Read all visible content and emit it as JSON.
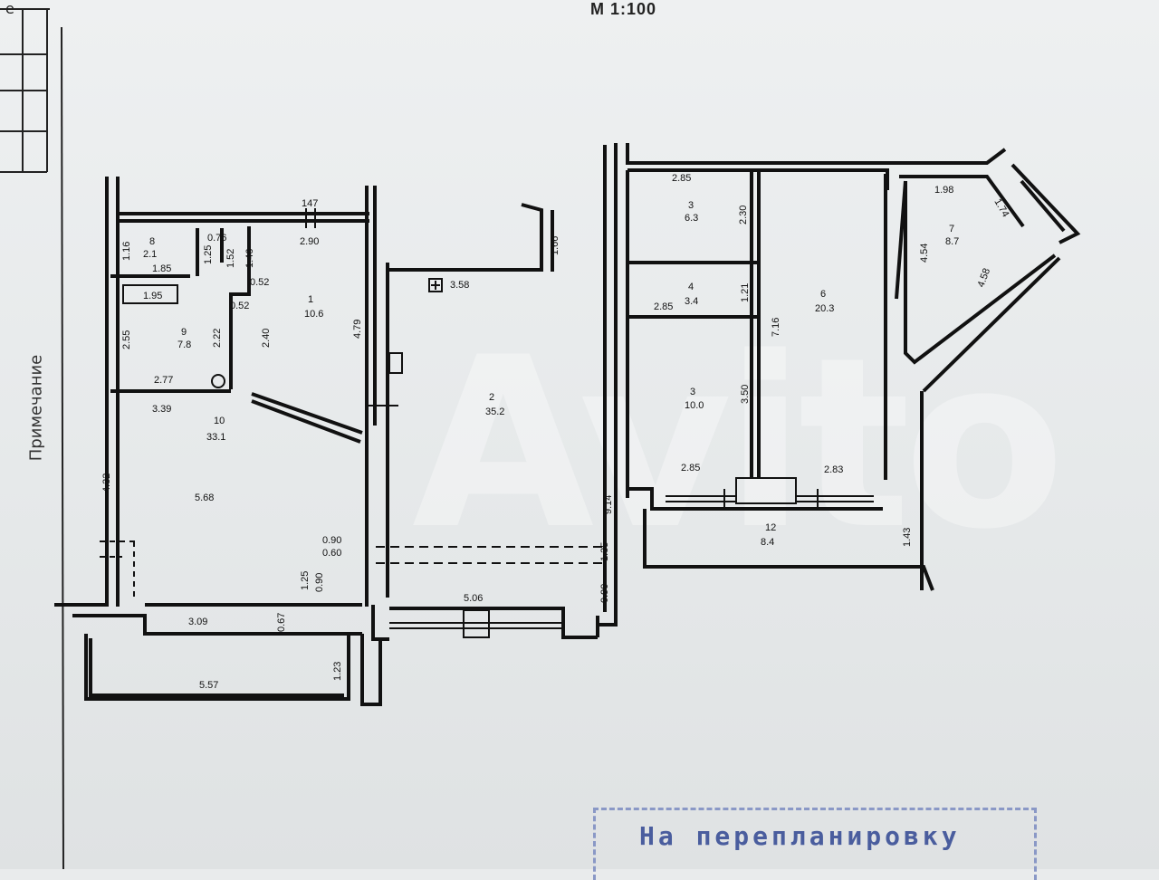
{
  "header": {
    "scale": "М 1:100",
    "corner_letter": "е"
  },
  "side_note": "Примечание",
  "stamp": "На перепланировку",
  "watermark": "Avito",
  "rooms": [
    {
      "number": "1",
      "area": "10.6"
    },
    {
      "number": "2",
      "area": "35.2"
    },
    {
      "number": "3",
      "area": "6.3"
    },
    {
      "number": "3",
      "area": "10.0"
    },
    {
      "number": "4",
      "area": "3.4"
    },
    {
      "number": "6",
      "area": "20.3"
    },
    {
      "number": "7",
      "area": "8.7"
    },
    {
      "number": "8",
      "area": "2.1"
    },
    {
      "number": "9",
      "area": "7.8"
    },
    {
      "number": "10",
      "area": "33.1"
    },
    {
      "number": "12",
      "area": "8.4"
    }
  ],
  "dimensions": {
    "d147": "147",
    "d290": "2.90",
    "d076": "0.76",
    "d116": "1.16",
    "d125": "1.25",
    "d152": "1.52",
    "d146": "1.46",
    "d185": "1.85",
    "d195": "1.95",
    "d052a": "0.52",
    "d052b": "0.52",
    "d255": "2.55",
    "d222": "2.22",
    "d240": "2.40",
    "d479": "4.79",
    "d277": "2.77",
    "d339": "3.39",
    "d432": "4.32",
    "d568": "5.68",
    "d090": "0.90",
    "d060": "0.60",
    "d125b": "1.25",
    "d090b": "0.90",
    "d309": "3.09",
    "d067": "0.67",
    "d557": "5.57",
    "d123": "1.23",
    "d166": "1.66",
    "d358": "3.58",
    "d506": "5.06",
    "d914": "9.14",
    "d135": "1.35",
    "d090c": "0.90",
    "d285a": "2.85",
    "d230": "2.30",
    "d285b": "2.85",
    "d121": "1.21",
    "d716": "7.16",
    "d350": "3.50",
    "d285c": "2.85",
    "d283": "2.83",
    "d143": "1.43",
    "d198": "1.98",
    "d174": "1.74",
    "d454": "4.54",
    "d458": "4.58"
  }
}
